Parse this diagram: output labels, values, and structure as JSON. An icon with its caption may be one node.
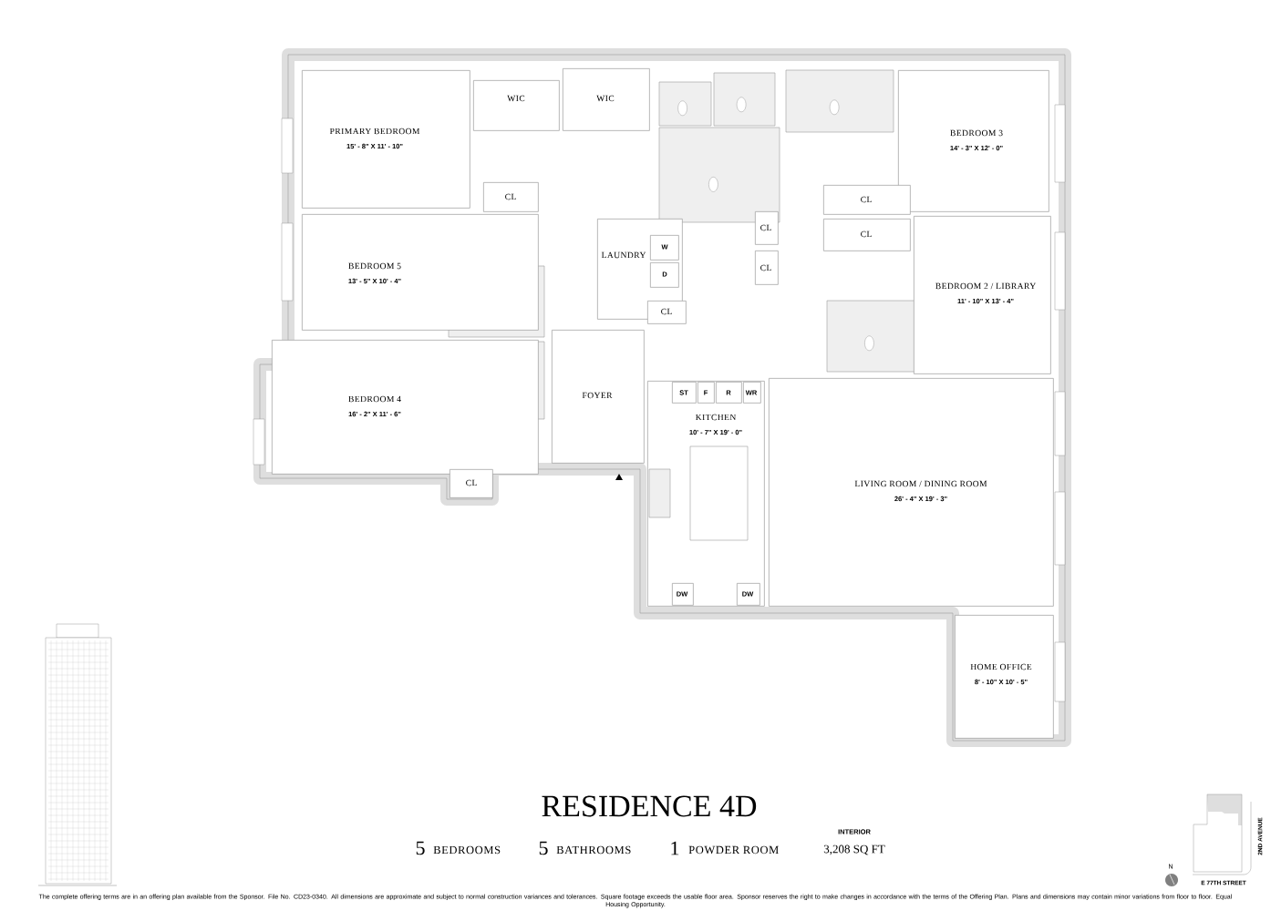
{
  "diagram": {
    "title": "RESIDENCE 4D",
    "caption": "The complete offering terms are in an offering plan available from the Sponsor. File No. CD23-0340. All dimensions are approximate and subject to normal construction variances and tolerances. Square footage exceeds the usable floor area. Sponsor reserves the right to make changes in accordance with the terms of the Offering Plan. Plans and dimensions may contain minor variations from floor to floor. Equal Housing Opportunity.",
    "nodes": [
      {
        "text": [
          "PRIMARY BEDROOM",
          "15' - 8\" X 11' - 10\""
        ]
      },
      {
        "text": [
          "WIC"
        ]
      },
      {
        "text": [
          "WIC"
        ]
      },
      {
        "text": [
          "BEDROOM 3",
          "14' - 3\" X 12' - 0\""
        ]
      },
      {
        "text": [
          "CL"
        ]
      },
      {
        "text": [
          "CL"
        ]
      },
      {
        "text": [
          "CL"
        ]
      },
      {
        "text": [
          "BEDROOM 5",
          "13' - 5\" X 10' - 4\""
        ]
      },
      {
        "text": [
          "LAUNDRY"
        ]
      },
      {
        "text": [
          "W"
        ],
        "in": 8
      },
      {
        "text": [
          "D"
        ],
        "in": 8
      },
      {
        "text": [
          "CL"
        ]
      },
      {
        "text": [
          "CL"
        ]
      },
      {
        "text": [
          "BEDROOM 2 / LIBRARY",
          "11' - 10\" X 13' - 4\""
        ]
      },
      {
        "text": [
          "CL"
        ]
      },
      {
        "text": [
          "BEDROOM 4",
          "16' - 2\" X 11' - 6\""
        ]
      },
      {
        "text": [
          "FOYER"
        ]
      },
      {
        "text": [
          "KITCHEN",
          "10' - 7\" X 19' - 0\""
        ]
      },
      {
        "text": [
          "ST"
        ],
        "in": 17
      },
      {
        "text": [
          "F"
        ],
        "in": 17
      },
      {
        "text": [
          "R"
        ],
        "in": 17
      },
      {
        "text": [
          "WR"
        ],
        "in": 17
      },
      {
        "text": [
          "LIVING ROOM / DINING ROOM",
          "26' - 4\" X 19' - 3\""
        ]
      },
      {
        "text": [
          "CL"
        ]
      },
      {
        "text": [
          "DW"
        ],
        "in": 17
      },
      {
        "text": [
          "DW"
        ],
        "in": 17
      },
      {
        "text": [
          "HOME OFFICE",
          "8' - 10\" X 10' - 5\""
        ]
      }
    ],
    "labels": [
      "5",
      "BEDROOMS",
      "5",
      "BATHROOMS",
      "1",
      "POWDER ROOM",
      "INTERIOR",
      "3,208 SQ FT",
      "N",
      "2ND AVENUE",
      "E 77TH STREET"
    ]
  }
}
